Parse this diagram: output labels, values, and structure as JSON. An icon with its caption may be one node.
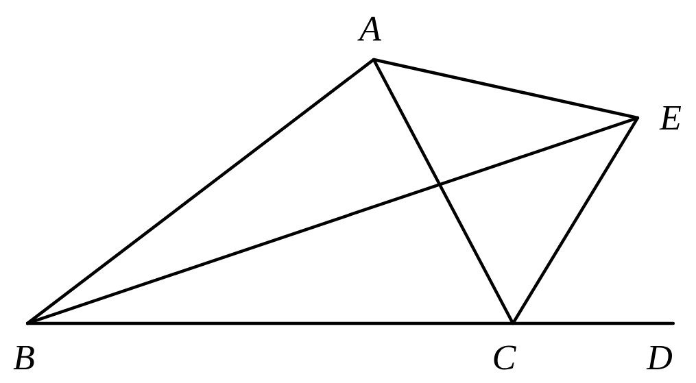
{
  "diagram": {
    "nodes": [
      {
        "text": [
          "A"
        ]
      },
      {
        "text": [
          "E"
        ]
      },
      {
        "text": [
          "B"
        ]
      },
      {
        "text": [
          "C"
        ]
      },
      {
        "text": [
          "D"
        ]
      }
    ],
    "edges": [
      {
        "from": 0,
        "to": 2,
        "arrow": "none"
      },
      {
        "from": 0,
        "to": 1,
        "arrow": "none"
      },
      {
        "from": 0,
        "to": 3,
        "arrow": "none"
      },
      {
        "from": 2,
        "to": 1,
        "arrow": "none"
      },
      {
        "from": 1,
        "to": 3,
        "arrow": "none"
      },
      {
        "from": 2,
        "to": 3,
        "arrow": "none"
      },
      {
        "from": 3,
        "to": 4,
        "arrow": "none"
      }
    ]
  }
}
